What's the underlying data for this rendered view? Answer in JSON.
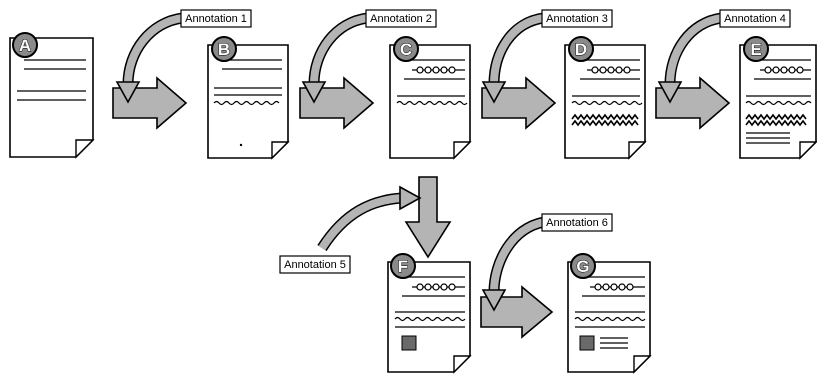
{
  "badges": [
    {
      "id": "A",
      "letter": "A"
    },
    {
      "id": "B",
      "letter": "B"
    },
    {
      "id": "C",
      "letter": "C"
    },
    {
      "id": "D",
      "letter": "D"
    },
    {
      "id": "E",
      "letter": "E"
    },
    {
      "id": "F",
      "letter": "F"
    },
    {
      "id": "G",
      "letter": "G"
    }
  ],
  "annotations": [
    {
      "label": "Annotation 1"
    },
    {
      "label": "Annotation 2"
    },
    {
      "label": "Annotation 3"
    },
    {
      "label": "Annotation 4"
    },
    {
      "label": "Annotation 5"
    },
    {
      "label": "Annotation 6"
    }
  ],
  "colors": {
    "arrow_fill": "#b4b4b4",
    "badge_fill": "#8a8a8a",
    "line": "#000000",
    "page": "#ffffff"
  }
}
